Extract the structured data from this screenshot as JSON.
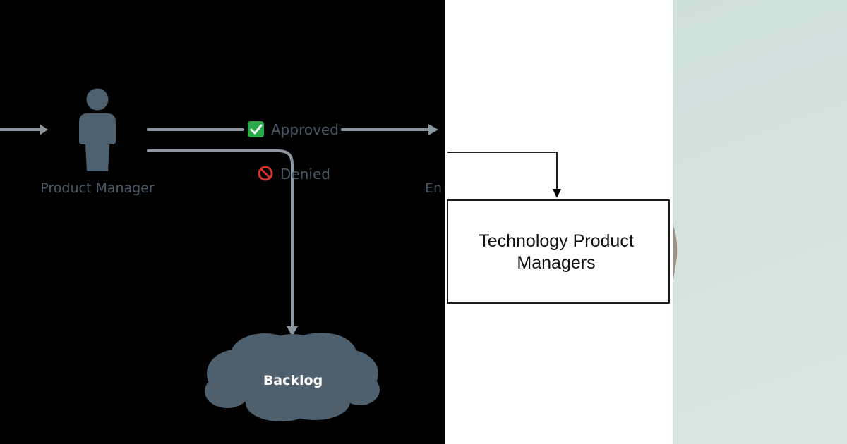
{
  "left_diagram": {
    "actor_label": "Product Manager",
    "approved_label": "Approved",
    "denied_label": "Denied",
    "cut_label": "En",
    "backlog_label": "Backlog",
    "approved_icon": "check-box-icon",
    "denied_icon": "prohibited-icon",
    "colors": {
      "background": "#000000",
      "line": "#8b96a1",
      "actor": "#4e6170",
      "label": "#4a5866",
      "cloud": "#4e5f6d",
      "approved_icon": "#2aa84a",
      "denied_icon": "#d0342c"
    }
  },
  "middle_diagram": {
    "box_line1": "Technology Product",
    "box_line2": "Managers",
    "colors": {
      "background": "#ffffff",
      "stroke": "#000000"
    }
  },
  "right_panel": {
    "colors": {
      "background": "#d2e1de"
    }
  }
}
